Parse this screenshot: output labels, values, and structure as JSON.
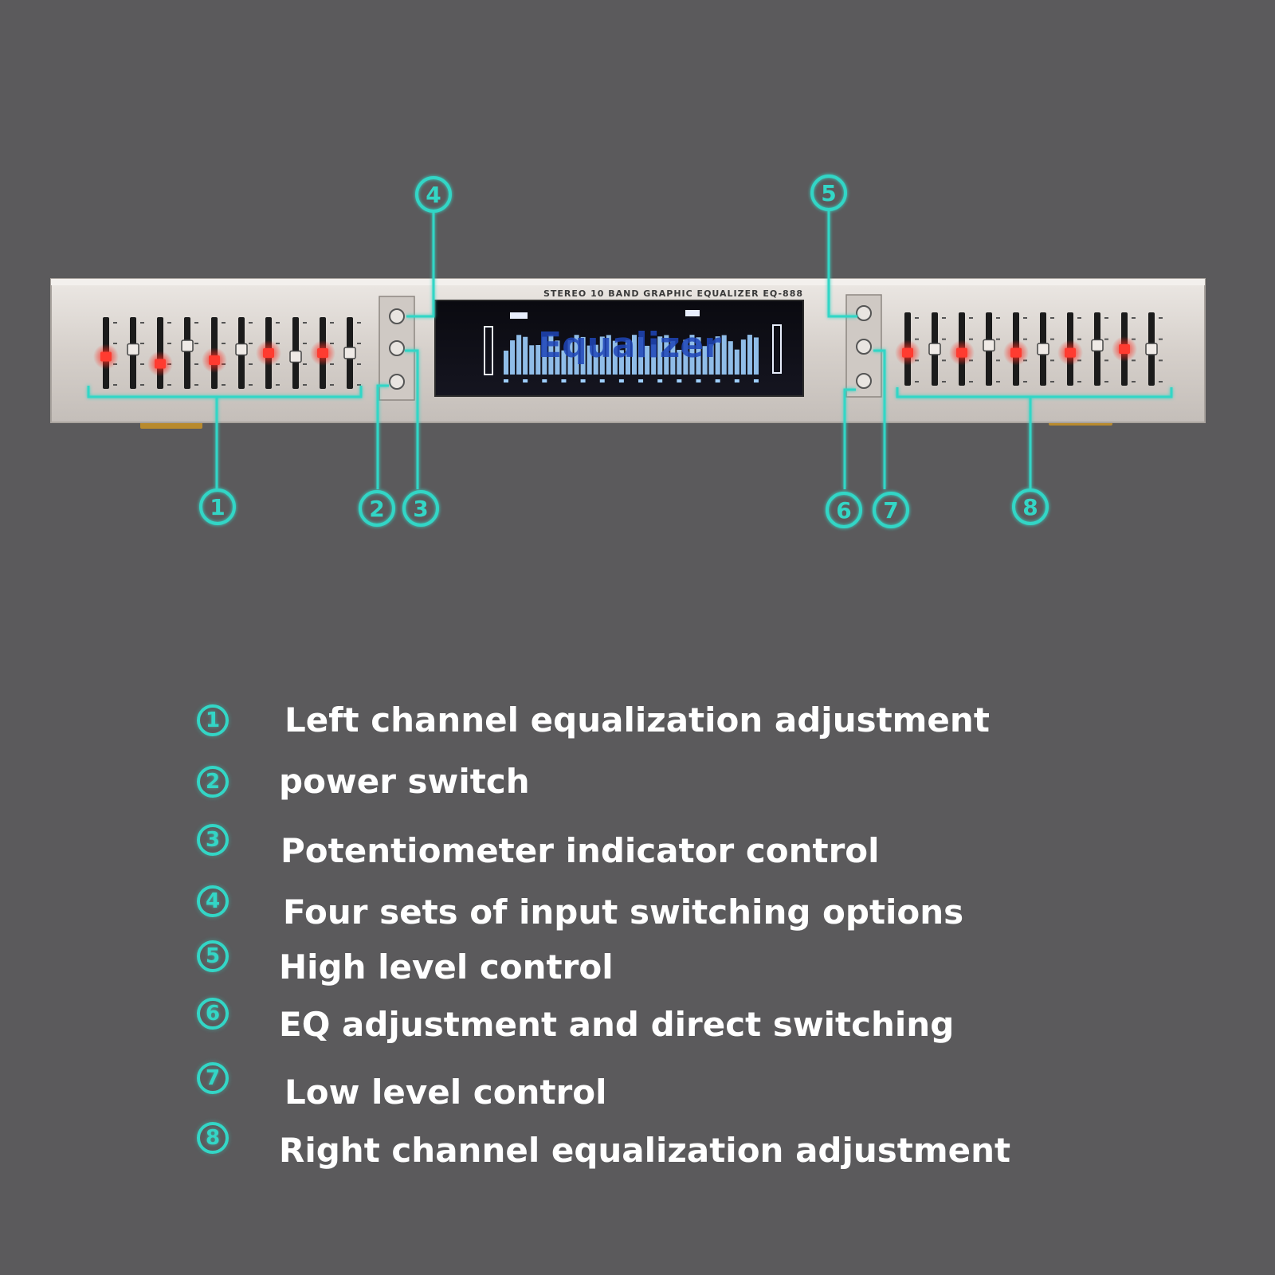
{
  "colors": {
    "background": "#5b5a5c",
    "callout": "#33d6c6",
    "panel": "#d9d4d0",
    "display_bars": "#9fd0ff",
    "display_text": "#1f46b8",
    "led": "#ff3b30"
  },
  "device": {
    "model_text": "STEREO 10 BAND GRAPHIC EQUALIZER EQ-888",
    "display_text": "Equalizer",
    "left_sliders": [
      0.45,
      0.55,
      0.35,
      0.6,
      0.4,
      0.55,
      0.5,
      0.45,
      0.5,
      0.5
    ],
    "right_sliders": [
      0.45,
      0.5,
      0.45,
      0.55,
      0.45,
      0.5,
      0.45,
      0.55,
      0.5,
      0.5
    ]
  },
  "callouts": [
    {
      "num": "1"
    },
    {
      "num": "2"
    },
    {
      "num": "3"
    },
    {
      "num": "4"
    },
    {
      "num": "5"
    },
    {
      "num": "6"
    },
    {
      "num": "7"
    },
    {
      "num": "8"
    }
  ],
  "legend": [
    {
      "num": "1",
      "text": "Left channel equalization adjustment"
    },
    {
      "num": "2",
      "text": "power switch"
    },
    {
      "num": "3",
      "text": "Potentiometer indicator control"
    },
    {
      "num": "4",
      "text": "Four sets of input switching options"
    },
    {
      "num": "5",
      "text": "High level control"
    },
    {
      "num": "6",
      "text": "EQ adjustment and direct switching"
    },
    {
      "num": "7",
      "text": "Low level control"
    },
    {
      "num": "8",
      "text": "Right channel equalization adjustment"
    }
  ]
}
